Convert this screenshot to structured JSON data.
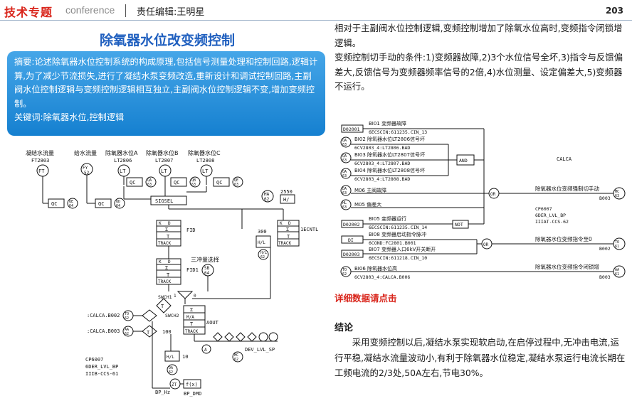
{
  "header": {
    "brand": "技术专题",
    "brand_en": "conference",
    "editor": "责任编辑:王明星",
    "page_number": "203"
  },
  "article": {
    "title": "除氧器水位改变频控制",
    "abstract": "摘要:论述除氧器水位控制系统的构成原理,包括信号测量处理和控制回路,逻辑计算,为了减少节流损失,进行了凝结水泵变频改造,重新设计和调试控制回路,主副阀水位控制逻辑与变频控制逻辑相互独立,主副阀水位控制逻辑不变,增加变频控制。",
    "keywords": "关键词:除氧器水位,控制逻辑",
    "right_para_1": "相对于主副阀水位控制逻辑,变频控制增加了除氧水位高时,变频指令闭锁增逻辑。",
    "right_para_2": "变频控制切手动的条件:1)变频器故障,2)3个水位信号全坏,3)指令与反馈偏差大,反馈信号为变频器频率信号的2倍,4)水位测量、设定偏差大,5)变频器不运行。",
    "detail_link": "详细数据请点击",
    "conclusion_title": "结论",
    "conclusion_text": "采用变频控制以后,凝结水泵实现软启动,在启停过程中,无冲击电流,运行平稳,凝结水流量波动小,有利于除氧器水位稳定,凝结水泵运行电流长期在工频电流的2/3处,50A左右,节电30%。"
  },
  "left_diagram": {
    "lbl_fw": "凝结水流量",
    "lbl_fw_tag": "FT2803",
    "lbl_feed": "给水流量",
    "lbl_lvl_a": "除氧器水位A",
    "lbl_lvl_a_tag": "LT2806",
    "lbl_lvl_b": "除氧器水位B",
    "lbl_lvl_b_tag": "LT2807",
    "lbl_lvl_c": "除氧器水位C",
    "lbl_lvl_c_tag": "LT2808",
    "ft": "FT",
    "fy52": "FY",
    "n52": "52",
    "lt": "LT",
    "qc": "QC",
    "qe": "QE",
    "qb": "QB",
    "qa": "QA",
    "qd": "QD",
    "n63": "63",
    "n64": "64",
    "n62": "62",
    "sigsel": "SIGSEL",
    "ha": "HA",
    "h_2550": "2550",
    "h_div": "H/",
    "fid": "FID",
    "fid1": "FID1",
    "track": "TRACK",
    "k": "K",
    "d": "D",
    "sigma": "Σ",
    "int": "∫",
    "three_sel": "三冲量选择",
    "sb": "SB",
    "swch1": "SWCH1",
    "swch2": "SWCH2",
    "n300": "300",
    "hl": "H/L",
    "lm": "LM",
    "ecntl": "1ECNTL",
    "ma": "M/A",
    "aout": "AOUT",
    "calca_b002": ":CALCA.B002",
    "calca_b003": ":CALCA.B003",
    "to": "TO",
    "aa": "AA",
    "n100": "100",
    "t": "T",
    "dev": "DEV_LVL_SP",
    "cp": "CP6007",
    "cp2": "6DER_LVL_BP",
    "cp3": "IIIB-CCS-61",
    "n10": "10",
    "da": "DA",
    "mc": "MC",
    "zt": "ZT",
    "fx": "f(x)",
    "bp_hz": "BP_Hz",
    "bp_dmd": "BP_DMD",
    "n1": "1",
    "n0": "0",
    "a": "A"
  },
  "right_diagram": {
    "d02001": "D02001",
    "bi01": "BI01 变频器故障",
    "bi01_tag": "6ECSCIN:611235.CIN_13",
    "bi02": "BI02 除氧器水位LT2806信号坏",
    "bi02_tag": "6CV2803_4:LT2806.BAD",
    "bi03": "BI03 除氧器水位LT2807信号坏",
    "bi03_tag": "6CV2803_4:LT2807.BAD",
    "bi04": "BI04 除氧器水位LT2808信号坏",
    "bi04_tag": "6CV2803_4:LT2808.BAD",
    "and": "AND",
    "or": "OR",
    "not": "NOT",
    "calca": "CALCA",
    "m06": "M06 主阀故障",
    "m05": "M05 偏差大",
    "d02002": "D02002",
    "bi05": "BI05 变频器运行",
    "bi05_tag": "6ECSCIN:611235.CIN_14",
    "di": "DI",
    "bi08": "BI08 变频器启动指令脉冲",
    "bi08_tag": "6COND:FC2801.B001",
    "d02003": "D02003",
    "bi07": "BI07 变频器入口6kV开关断开",
    "bi07_tag": "6ECSCIN:611218.CIN_10",
    "bi06": "BI06 除氧器水位高",
    "bi06_tag": "6CV2803_4:CALCA.B006",
    "out1": "除氧器水位变频强制切手动",
    "b003": "B003",
    "out2": "除氧器水位变频指令至0",
    "b002": "B002",
    "out3": "除氧器水位变频指令闭锁增",
    "cp": "CP6007",
    "cp2": "6DER_LVL_BP",
    "cp3": "IIIAT-CCS-62",
    "qa": "QA",
    "ql": "QL",
    "da": "DA",
    "aa": "AA",
    "hl": "HL",
    "mc": "MC",
    "to": "TO",
    "n63": "63",
    "n62": "62",
    "n61": "61"
  }
}
